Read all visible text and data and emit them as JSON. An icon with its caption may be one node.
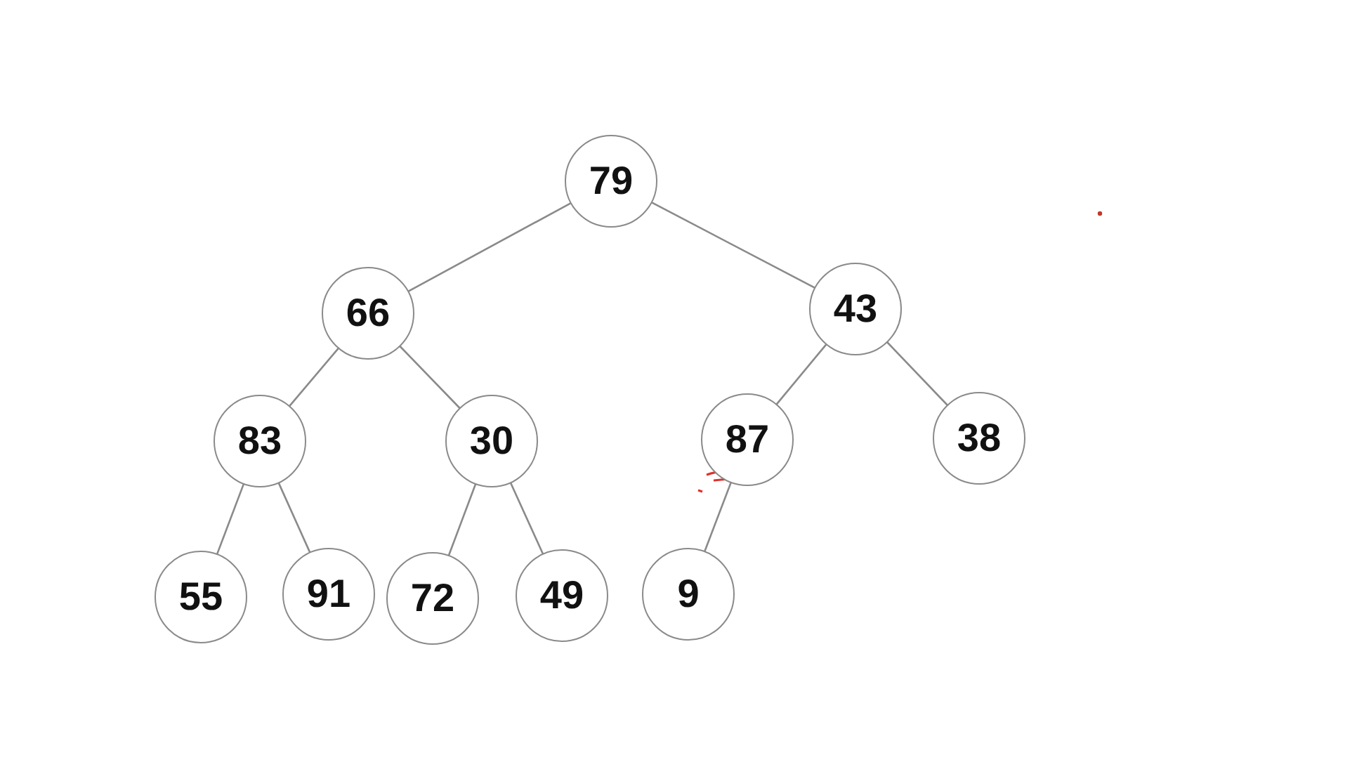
{
  "diagram": {
    "nodes": [
      {
        "text": [
          "79"
        ]
      },
      {
        "text": [
          "66"
        ]
      },
      {
        "text": [
          "43"
        ]
      },
      {
        "text": [
          "83"
        ]
      },
      {
        "text": [
          "30"
        ]
      },
      {
        "text": [
          "87"
        ]
      },
      {
        "text": [
          "38"
        ]
      },
      {
        "text": [
          "55"
        ]
      },
      {
        "text": [
          "91"
        ]
      },
      {
        "text": [
          "72"
        ]
      },
      {
        "text": [
          "49"
        ]
      },
      {
        "text": [
          "9"
        ]
      }
    ],
    "edges": [
      {
        "from": 0,
        "to": 1,
        "arrow": "none"
      },
      {
        "from": 0,
        "to": 2,
        "arrow": "none"
      },
      {
        "from": 1,
        "to": 3,
        "arrow": "none"
      },
      {
        "from": 1,
        "to": 4,
        "arrow": "none"
      },
      {
        "from": 2,
        "to": 5,
        "arrow": "none"
      },
      {
        "from": 2,
        "to": 6,
        "arrow": "none"
      },
      {
        "from": 3,
        "to": 7,
        "arrow": "none"
      },
      {
        "from": 3,
        "to": 8,
        "arrow": "none"
      },
      {
        "from": 4,
        "to": 9,
        "arrow": "none"
      },
      {
        "from": 4,
        "to": 10,
        "arrow": "none"
      },
      {
        "from": 5,
        "to": 11,
        "arrow": "none"
      }
    ]
  }
}
